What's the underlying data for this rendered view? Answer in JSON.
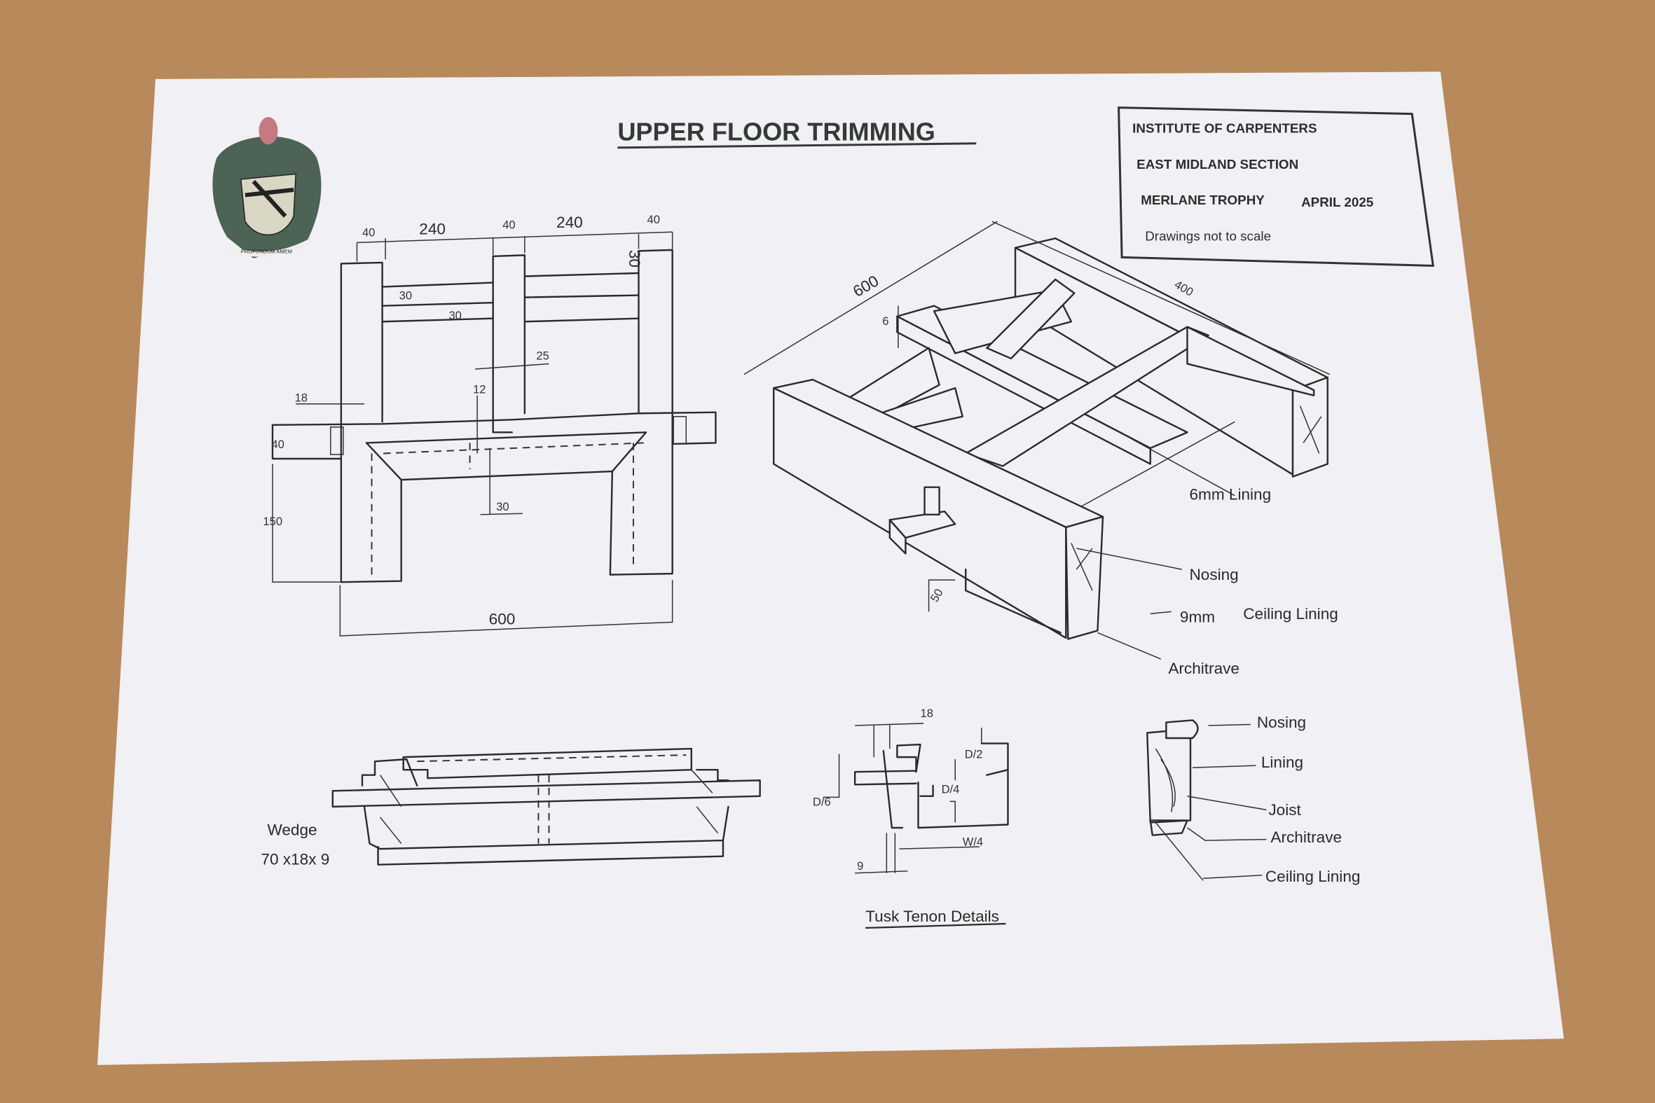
{
  "title": "UPPER FLOOR TRIMMING",
  "title_block": {
    "line1": "INSTITUTE OF CARPENTERS",
    "line2": "EAST MIDLAND SECTION",
    "trophy": "MERLANE TROPHY",
    "date": "APRIL 2025",
    "note": "Drawings not to scale"
  },
  "crest": {
    "motto": "PROFUNDUM AMEM"
  },
  "elevation": {
    "dims": {
      "post_left": "40",
      "gap_left": "240",
      "post_mid": "40",
      "gap_right": "240",
      "post_right": "40",
      "top_offset": "30",
      "rail_1": "30",
      "rail_2": "30",
      "tenon": "25",
      "lining": "18",
      "housing": "12",
      "trimmer_depth": "40",
      "leg_height": "150",
      "mid_offset": "30",
      "overall_width": "600"
    }
  },
  "isometric": {
    "dims": {
      "length": "600",
      "width": "400",
      "lip": "6",
      "tusk": "50"
    },
    "labels": {
      "lining": "6mm Lining",
      "nosing": "Nosing",
      "ceiling_thickness": "9mm",
      "ceiling": "Ceiling Lining",
      "architrave": "Architrave"
    }
  },
  "wedge": {
    "label": "Wedge",
    "size": "70 x18x 9"
  },
  "tusk_tenon": {
    "title": "Tusk Tenon Details",
    "dims": {
      "width": "18",
      "d2": "D/2",
      "d4": "D/4",
      "d6": "D/6",
      "w4": "W/4",
      "offset": "9"
    }
  },
  "section_detail": {
    "labels": [
      "Nosing",
      "Lining",
      "Joist",
      "Architrave",
      "Ceiling Lining"
    ]
  },
  "colors": {
    "background": "#b8895a",
    "paper": "#f1f0f4",
    "ink": "#2b2b2b"
  }
}
